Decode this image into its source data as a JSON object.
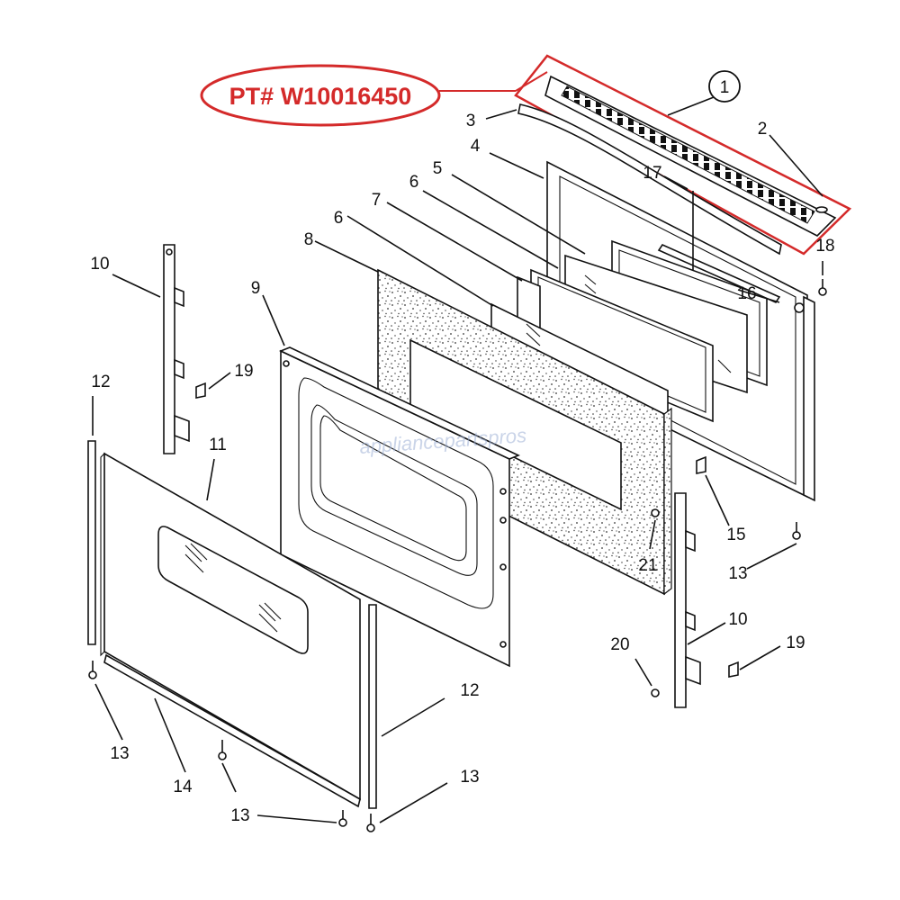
{
  "part_number_label": "PT# W10016450",
  "watermark": "appliancepartspros",
  "colors": {
    "highlight": "#d42a2a",
    "line": "#111111"
  },
  "callouts": {
    "c1": "1",
    "c2": "2",
    "c3": "3",
    "c4": "4",
    "c5": "5",
    "c6a": "6",
    "c6b": "6",
    "c7": "7",
    "c8": "8",
    "c9": "9",
    "c10a": "10",
    "c10b": "10",
    "c11": "11",
    "c12a": "12",
    "c12b": "12",
    "c13a": "13",
    "c13b": "13",
    "c13c": "13",
    "c13d": "13",
    "c14": "14",
    "c15": "15",
    "c16": "16",
    "c17": "17",
    "c18": "18",
    "c19a": "19",
    "c19b": "19",
    "c20": "20",
    "c21": "21"
  }
}
